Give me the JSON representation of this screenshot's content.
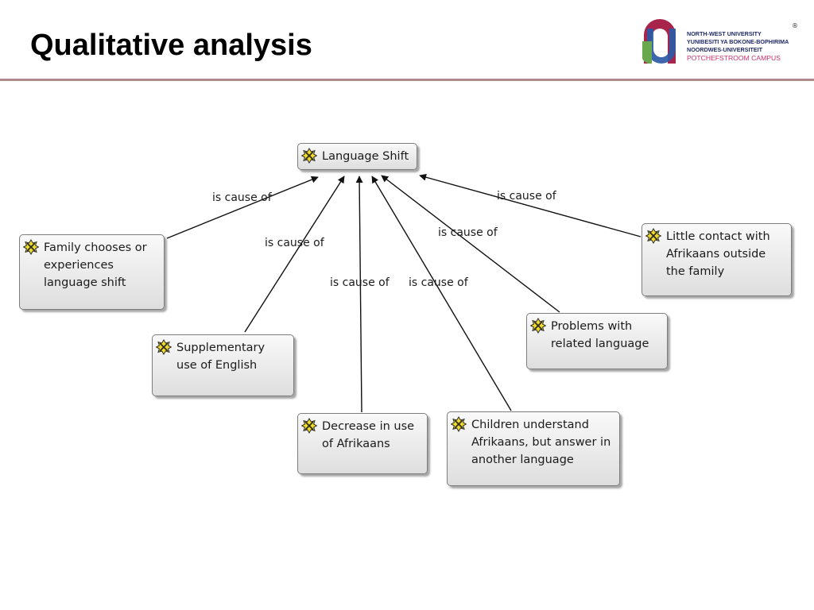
{
  "slide": {
    "title": "Qualitative analysis"
  },
  "logo": {
    "lines": [
      "NORTH-WEST UNIVERSITY",
      "YUNIBESITI YA BOKONE-BOPHIRIMA",
      "NOORDWES-UNIVERSITEIT"
    ],
    "campus": "POTCHEFSTROOM CAMPUS",
    "registered": "®"
  },
  "diagram": {
    "nodes": [
      {
        "id": "language-shift",
        "label": "Language Shift"
      },
      {
        "id": "family-chooses",
        "label": "Family chooses or experiences language shift"
      },
      {
        "id": "supplementary-english",
        "label": "Supplementary use of English"
      },
      {
        "id": "decrease-afrikaans",
        "label": "Decrease in use of Afrikaans"
      },
      {
        "id": "children-understand",
        "label": "Children understand Afrikaans, but answer in another language"
      },
      {
        "id": "problems-related",
        "label": "Problems with related language"
      },
      {
        "id": "little-contact",
        "label": "Little contact with Afrikaans outside the family"
      }
    ],
    "edges": [
      {
        "from": "family-chooses",
        "to": "language-shift",
        "label": "is cause of"
      },
      {
        "from": "supplementary-english",
        "to": "language-shift",
        "label": "is cause of"
      },
      {
        "from": "decrease-afrikaans",
        "to": "language-shift",
        "label": "is cause of"
      },
      {
        "from": "children-understand",
        "to": "language-shift",
        "label": "is cause of"
      },
      {
        "from": "problems-related",
        "to": "language-shift",
        "label": "is cause of"
      },
      {
        "from": "little-contact",
        "to": "language-shift",
        "label": "is cause of"
      }
    ]
  }
}
